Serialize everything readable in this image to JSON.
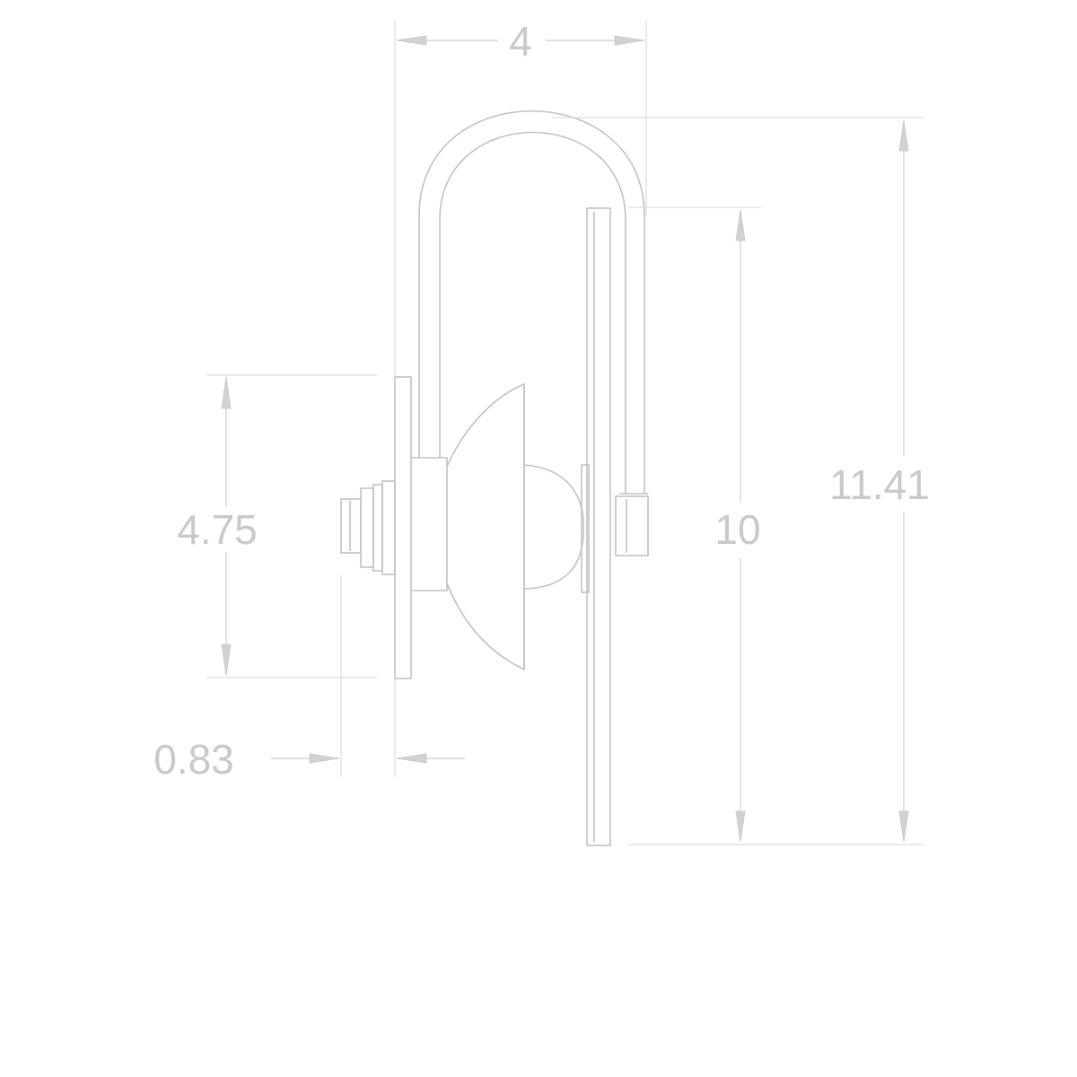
{
  "dimensions": {
    "top_width": "4",
    "left_height": "4.75",
    "inner_height": "10",
    "overall_height": "11.41",
    "bottom_thickness": "0.83"
  },
  "colors": {
    "line": "#c2c2c2",
    "text": "#c9c9c9",
    "background": "#ffffff"
  }
}
